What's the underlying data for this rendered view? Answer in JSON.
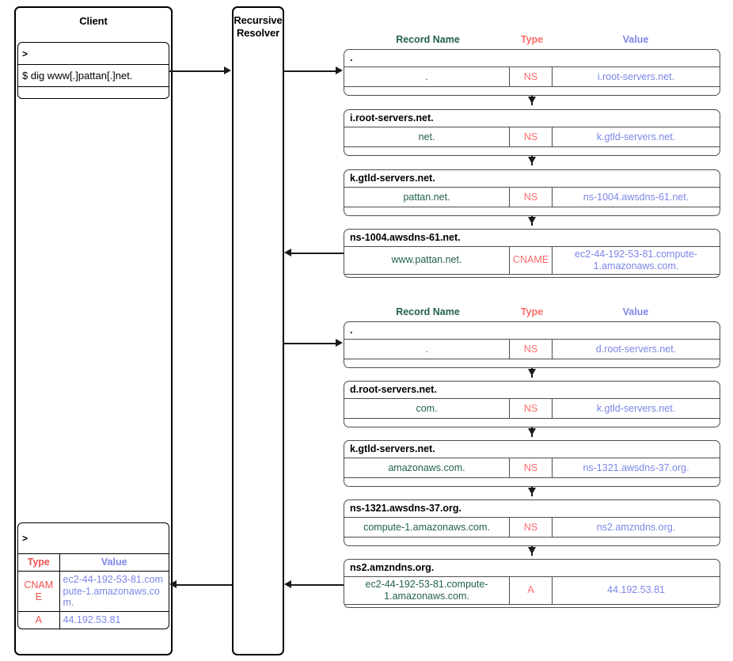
{
  "client": {
    "title": "Client",
    "command_terminal": {
      "prompt": ">",
      "command": "$ dig www[.]pattan[.]net."
    },
    "result_terminal": {
      "prompt": ">",
      "headers": {
        "type": "Type",
        "value": "Value"
      },
      "rows": [
        {
          "type": "CNAME",
          "value": "ec2-44-192-53-81.compute-1.amazonaws.com."
        },
        {
          "type": "A",
          "value": "44.192.53.81"
        }
      ]
    }
  },
  "resolver": {
    "title_line1": "Recursive",
    "title_line2": "Resolver"
  },
  "colors": {
    "record_name": "#23604f",
    "type": "#ff6b6b",
    "value": "#7b86e8",
    "border": "#4d4d4d",
    "line": "#1a1a1a"
  },
  "column_headers": {
    "record_name": "Record Name",
    "type": "Type",
    "value": "Value"
  },
  "lookup_groups": [
    {
      "id": "group-net",
      "tables": [
        {
          "title": ".",
          "rows": [
            {
              "name": ".",
              "type": "NS",
              "value": "i.root-servers.net."
            }
          ]
        },
        {
          "title": "i.root-servers.net.",
          "rows": [
            {
              "name": "net.",
              "type": "NS",
              "value": "k.gtld-servers.net."
            }
          ]
        },
        {
          "title": "k.gtld-servers.net.",
          "rows": [
            {
              "name": "pattan.net.",
              "type": "NS",
              "value": "ns-1004.awsdns-61.net."
            }
          ]
        },
        {
          "title": "ns-1004.awsdns-61.net.",
          "rows": [
            {
              "name": "www.pattan.net.",
              "type": "CNAME",
              "value": "ec2-44-192-53-81.compute-1.amazonaws.com."
            }
          ]
        }
      ]
    },
    {
      "id": "group-com",
      "tables": [
        {
          "title": ".",
          "rows": [
            {
              "name": ".",
              "type": "NS",
              "value": "d.root-servers.net."
            }
          ]
        },
        {
          "title": "d.root-servers.net.",
          "rows": [
            {
              "name": "com.",
              "type": "NS",
              "value": "k.gtld-servers.net."
            }
          ]
        },
        {
          "title": "k.gtld-servers.net.",
          "rows": [
            {
              "name": "amazonaws.com.",
              "type": "NS",
              "value": "ns-1321.awsdns-37.org."
            }
          ]
        },
        {
          "title": "ns-1321.awsdns-37.org.",
          "rows": [
            {
              "name": "compute-1.amazonaws.com.",
              "type": "NS",
              "value": "ns2.amzndns.org."
            }
          ]
        },
        {
          "title": "ns2.amzndns.org.",
          "rows": [
            {
              "name": "ec2-44-192-53-81.compute-1.amazonaws.com.",
              "type": "A",
              "value": "44.192.53.81"
            }
          ]
        }
      ]
    }
  ]
}
